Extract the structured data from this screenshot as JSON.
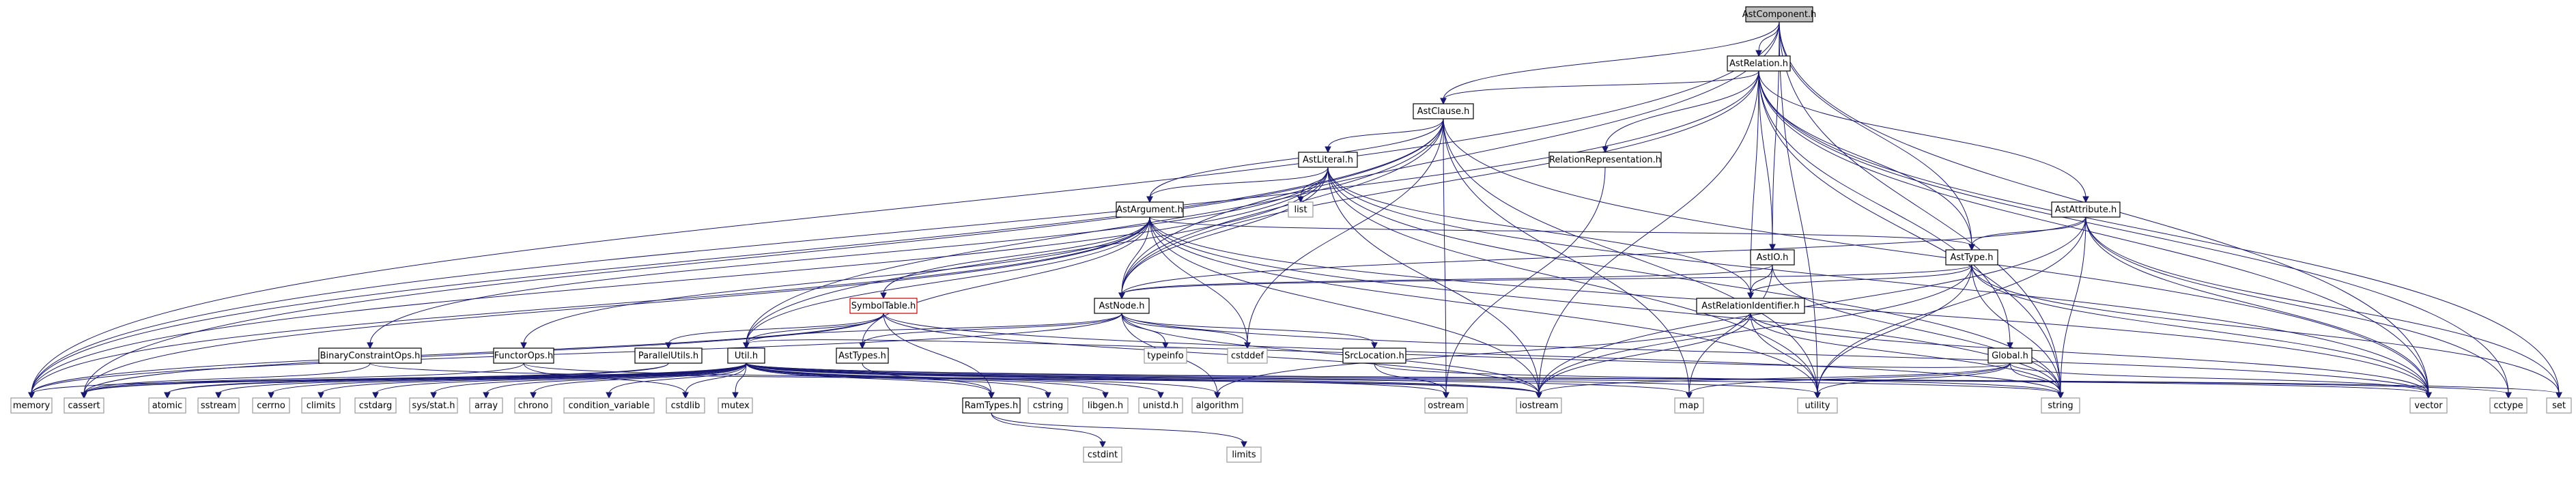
{
  "graph": {
    "root": "AstComponent.h",
    "nodes": [
      {
        "id": "AstComponent.h",
        "label": "AstComponent.h",
        "kind": "root"
      },
      {
        "id": "AstRelation.h",
        "label": "AstRelation.h",
        "kind": "local"
      },
      {
        "id": "AstClause.h",
        "label": "AstClause.h",
        "kind": "local"
      },
      {
        "id": "AstLiteral.h",
        "label": "AstLiteral.h",
        "kind": "local"
      },
      {
        "id": "RelationRepresentation.h",
        "label": "RelationRepresentation.h",
        "kind": "local"
      },
      {
        "id": "AstArgument.h",
        "label": "AstArgument.h",
        "kind": "local"
      },
      {
        "id": "AstAttribute.h",
        "label": "AstAttribute.h",
        "kind": "local"
      },
      {
        "id": "AstIO.h",
        "label": "AstIO.h",
        "kind": "local"
      },
      {
        "id": "AstType.h",
        "label": "AstType.h",
        "kind": "local"
      },
      {
        "id": "SymbolTable.h",
        "label": "SymbolTable.h",
        "kind": "red"
      },
      {
        "id": "AstNode.h",
        "label": "AstNode.h",
        "kind": "local"
      },
      {
        "id": "AstRelationIdentifier.h",
        "label": "AstRelationIdentifier.h",
        "kind": "local"
      },
      {
        "id": "BinaryConstraintOps.h",
        "label": "BinaryConstraintOps.h",
        "kind": "local"
      },
      {
        "id": "FunctorOps.h",
        "label": "FunctorOps.h",
        "kind": "local"
      },
      {
        "id": "ParallelUtils.h",
        "label": "ParallelUtils.h",
        "kind": "local"
      },
      {
        "id": "Util.h",
        "label": "Util.h",
        "kind": "local"
      },
      {
        "id": "AstTypes.h",
        "label": "AstTypes.h",
        "kind": "local"
      },
      {
        "id": "SrcLocation.h",
        "label": "SrcLocation.h",
        "kind": "local"
      },
      {
        "id": "Global.h",
        "label": "Global.h",
        "kind": "local"
      },
      {
        "id": "RamTypes.h",
        "label": "RamTypes.h",
        "kind": "local"
      },
      {
        "id": "list",
        "label": "list",
        "kind": "system"
      },
      {
        "id": "typeinfo",
        "label": "typeinfo",
        "kind": "system"
      },
      {
        "id": "cstddef",
        "label": "cstddef",
        "kind": "system"
      },
      {
        "id": "memory",
        "label": "memory",
        "kind": "system"
      },
      {
        "id": "cassert",
        "label": "cassert",
        "kind": "system"
      },
      {
        "id": "atomic",
        "label": "atomic",
        "kind": "system"
      },
      {
        "id": "sstream",
        "label": "sstream",
        "kind": "system"
      },
      {
        "id": "cerrno",
        "label": "cerrno",
        "kind": "system"
      },
      {
        "id": "climits",
        "label": "climits",
        "kind": "system"
      },
      {
        "id": "cstdarg",
        "label": "cstdarg",
        "kind": "system"
      },
      {
        "id": "sys/stat.h",
        "label": "sys/stat.h",
        "kind": "system"
      },
      {
        "id": "array",
        "label": "array",
        "kind": "system"
      },
      {
        "id": "chrono",
        "label": "chrono",
        "kind": "system"
      },
      {
        "id": "condition_variable",
        "label": "condition_variable",
        "kind": "system"
      },
      {
        "id": "cstdlib",
        "label": "cstdlib",
        "kind": "system"
      },
      {
        "id": "mutex",
        "label": "mutex",
        "kind": "system"
      },
      {
        "id": "cstring",
        "label": "cstring",
        "kind": "system"
      },
      {
        "id": "libgen.h",
        "label": "libgen.h",
        "kind": "system"
      },
      {
        "id": "unistd.h",
        "label": "unistd.h",
        "kind": "system"
      },
      {
        "id": "algorithm",
        "label": "algorithm",
        "kind": "system"
      },
      {
        "id": "ostream",
        "label": "ostream",
        "kind": "system"
      },
      {
        "id": "iostream",
        "label": "iostream",
        "kind": "system"
      },
      {
        "id": "map",
        "label": "map",
        "kind": "system"
      },
      {
        "id": "utility",
        "label": "utility",
        "kind": "system"
      },
      {
        "id": "string",
        "label": "string",
        "kind": "system"
      },
      {
        "id": "vector",
        "label": "vector",
        "kind": "system"
      },
      {
        "id": "cctype",
        "label": "cctype",
        "kind": "system"
      },
      {
        "id": "set",
        "label": "set",
        "kind": "system"
      },
      {
        "id": "cstdint",
        "label": "cstdint",
        "kind": "system"
      },
      {
        "id": "limits",
        "label": "limits",
        "kind": "system"
      }
    ],
    "edges": [
      [
        "AstComponent.h",
        "AstRelation.h"
      ],
      [
        "AstComponent.h",
        "AstClause.h"
      ],
      [
        "AstComponent.h",
        "AstIO.h"
      ],
      [
        "AstComponent.h",
        "AstType.h"
      ],
      [
        "AstComponent.h",
        "AstNode.h"
      ],
      [
        "AstComponent.h",
        "memory"
      ],
      [
        "AstComponent.h",
        "utility"
      ],
      [
        "AstComponent.h",
        "vector"
      ],
      [
        "AstComponent.h",
        "string"
      ],
      [
        "AstRelation.h",
        "AstClause.h"
      ],
      [
        "AstRelation.h",
        "RelationRepresentation.h"
      ],
      [
        "AstRelation.h",
        "AstAttribute.h"
      ],
      [
        "AstRelation.h",
        "AstIO.h"
      ],
      [
        "AstRelation.h",
        "AstRelationIdentifier.h"
      ],
      [
        "AstRelation.h",
        "AstType.h"
      ],
      [
        "AstRelation.h",
        "AstNode.h"
      ],
      [
        "AstRelation.h",
        "Global.h"
      ],
      [
        "AstRelation.h",
        "memory"
      ],
      [
        "AstRelation.h",
        "iostream"
      ],
      [
        "AstRelation.h",
        "string"
      ],
      [
        "AstRelation.h",
        "vector"
      ],
      [
        "AstRelation.h",
        "cctype"
      ],
      [
        "AstRelation.h",
        "set"
      ],
      [
        "AstClause.h",
        "AstLiteral.h"
      ],
      [
        "AstClause.h",
        "AstArgument.h"
      ],
      [
        "AstClause.h",
        "AstNode.h"
      ],
      [
        "AstClause.h",
        "Util.h"
      ],
      [
        "AstClause.h",
        "memory"
      ],
      [
        "AstClause.h",
        "cassert"
      ],
      [
        "AstClause.h",
        "cstddef"
      ],
      [
        "AstClause.h",
        "map"
      ],
      [
        "AstClause.h",
        "ostream"
      ],
      [
        "AstClause.h",
        "utility"
      ],
      [
        "AstClause.h",
        "vector"
      ],
      [
        "AstLiteral.h",
        "AstArgument.h"
      ],
      [
        "AstLiteral.h",
        "AstNode.h"
      ],
      [
        "AstLiteral.h",
        "AstRelationIdentifier.h"
      ],
      [
        "AstLiteral.h",
        "BinaryConstraintOps.h"
      ],
      [
        "AstLiteral.h",
        "Util.h"
      ],
      [
        "AstLiteral.h",
        "list"
      ],
      [
        "AstLiteral.h",
        "memory"
      ],
      [
        "AstLiteral.h",
        "utility"
      ],
      [
        "AstLiteral.h",
        "iostream"
      ],
      [
        "AstLiteral.h",
        "string"
      ],
      [
        "AstLiteral.h",
        "vector"
      ],
      [
        "RelationRepresentation.h",
        "ostream"
      ],
      [
        "AstArgument.h",
        "AstNode.h"
      ],
      [
        "AstArgument.h",
        "AstType.h"
      ],
      [
        "AstArgument.h",
        "AstTypes.h"
      ],
      [
        "AstArgument.h",
        "FunctorOps.h"
      ],
      [
        "AstArgument.h",
        "SymbolTable.h"
      ],
      [
        "AstArgument.h",
        "Util.h"
      ],
      [
        "AstArgument.h",
        "cassert"
      ],
      [
        "AstArgument.h",
        "cstddef"
      ],
      [
        "AstArgument.h",
        "memory"
      ],
      [
        "AstArgument.h",
        "iostream"
      ],
      [
        "AstArgument.h",
        "string"
      ],
      [
        "AstArgument.h",
        "utility"
      ],
      [
        "AstArgument.h",
        "vector"
      ],
      [
        "AstAttribute.h",
        "AstNode.h"
      ],
      [
        "AstAttribute.h",
        "AstType.h"
      ],
      [
        "AstAttribute.h",
        "iostream"
      ],
      [
        "AstAttribute.h",
        "string"
      ],
      [
        "AstAttribute.h",
        "vector"
      ],
      [
        "AstAttribute.h",
        "utility"
      ],
      [
        "AstAttribute.h",
        "cctype"
      ],
      [
        "AstAttribute.h",
        "set"
      ],
      [
        "AstIO.h",
        "AstNode.h"
      ],
      [
        "AstIO.h",
        "AstRelationIdentifier.h"
      ],
      [
        "AstIO.h",
        "map"
      ],
      [
        "AstIO.h",
        "string"
      ],
      [
        "AstType.h",
        "AstNode.h"
      ],
      [
        "AstType.h",
        "AstRelationIdentifier.h"
      ],
      [
        "AstType.h",
        "iostream"
      ],
      [
        "AstType.h",
        "string"
      ],
      [
        "AstType.h",
        "vector"
      ],
      [
        "AstType.h",
        "utility"
      ],
      [
        "AstType.h",
        "set"
      ],
      [
        "SymbolTable.h",
        "ParallelUtils.h"
      ],
      [
        "SymbolTable.h",
        "RamTypes.h"
      ],
      [
        "SymbolTable.h",
        "Util.h"
      ],
      [
        "SymbolTable.h",
        "cassert"
      ],
      [
        "SymbolTable.h",
        "memory"
      ],
      [
        "SymbolTable.h",
        "iostream"
      ],
      [
        "SymbolTable.h",
        "string"
      ],
      [
        "AstNode.h",
        "SrcLocation.h"
      ],
      [
        "AstNode.h",
        "AstTypes.h"
      ],
      [
        "AstNode.h",
        "Util.h"
      ],
      [
        "AstNode.h",
        "typeinfo"
      ],
      [
        "AstNode.h",
        "cstddef"
      ],
      [
        "AstNode.h",
        "memory"
      ],
      [
        "AstNode.h",
        "iostream"
      ],
      [
        "AstNode.h",
        "vector"
      ],
      [
        "AstNode.h",
        "algorithm"
      ],
      [
        "AstRelationIdentifier.h",
        "algorithm"
      ],
      [
        "AstRelationIdentifier.h",
        "iostream"
      ],
      [
        "AstRelationIdentifier.h",
        "string"
      ],
      [
        "AstRelationIdentifier.h",
        "utility"
      ],
      [
        "AstRelationIdentifier.h",
        "vector"
      ],
      [
        "BinaryConstraintOps.h",
        "cassert"
      ],
      [
        "BinaryConstraintOps.h",
        "iostream"
      ],
      [
        "FunctorOps.h",
        "cassert"
      ],
      [
        "FunctorOps.h",
        "cstdlib"
      ],
      [
        "FunctorOps.h",
        "iostream"
      ],
      [
        "ParallelUtils.h",
        "atomic"
      ],
      [
        "ParallelUtils.h",
        "cassert"
      ],
      [
        "Util.h",
        "RamTypes.h"
      ],
      [
        "Util.h",
        "memory"
      ],
      [
        "Util.h",
        "cassert"
      ],
      [
        "Util.h",
        "atomic"
      ],
      [
        "Util.h",
        "sstream"
      ],
      [
        "Util.h",
        "cerrno"
      ],
      [
        "Util.h",
        "climits"
      ],
      [
        "Util.h",
        "cstdarg"
      ],
      [
        "Util.h",
        "sys/stat.h"
      ],
      [
        "Util.h",
        "array"
      ],
      [
        "Util.h",
        "chrono"
      ],
      [
        "Util.h",
        "condition_variable"
      ],
      [
        "Util.h",
        "cstdlib"
      ],
      [
        "Util.h",
        "mutex"
      ],
      [
        "Util.h",
        "cstring"
      ],
      [
        "Util.h",
        "libgen.h"
      ],
      [
        "Util.h",
        "unistd.h"
      ],
      [
        "Util.h",
        "algorithm"
      ],
      [
        "Util.h",
        "ostream"
      ],
      [
        "Util.h",
        "iostream"
      ],
      [
        "Util.h",
        "map"
      ],
      [
        "Util.h",
        "utility"
      ],
      [
        "Util.h",
        "string"
      ],
      [
        "Util.h",
        "vector"
      ],
      [
        "Util.h",
        "set"
      ],
      [
        "Util.h",
        "cctype"
      ],
      [
        "AstTypes.h",
        "RamTypes.h"
      ],
      [
        "SrcLocation.h",
        "ostream"
      ],
      [
        "SrcLocation.h",
        "string"
      ],
      [
        "Global.h",
        "Util.h"
      ],
      [
        "Global.h",
        "map"
      ],
      [
        "Global.h",
        "iostream"
      ],
      [
        "Global.h",
        "string"
      ],
      [
        "Global.h",
        "utility"
      ],
      [
        "Global.h",
        "vector"
      ],
      [
        "RamTypes.h",
        "cstdint"
      ],
      [
        "RamTypes.h",
        "limits"
      ]
    ]
  }
}
